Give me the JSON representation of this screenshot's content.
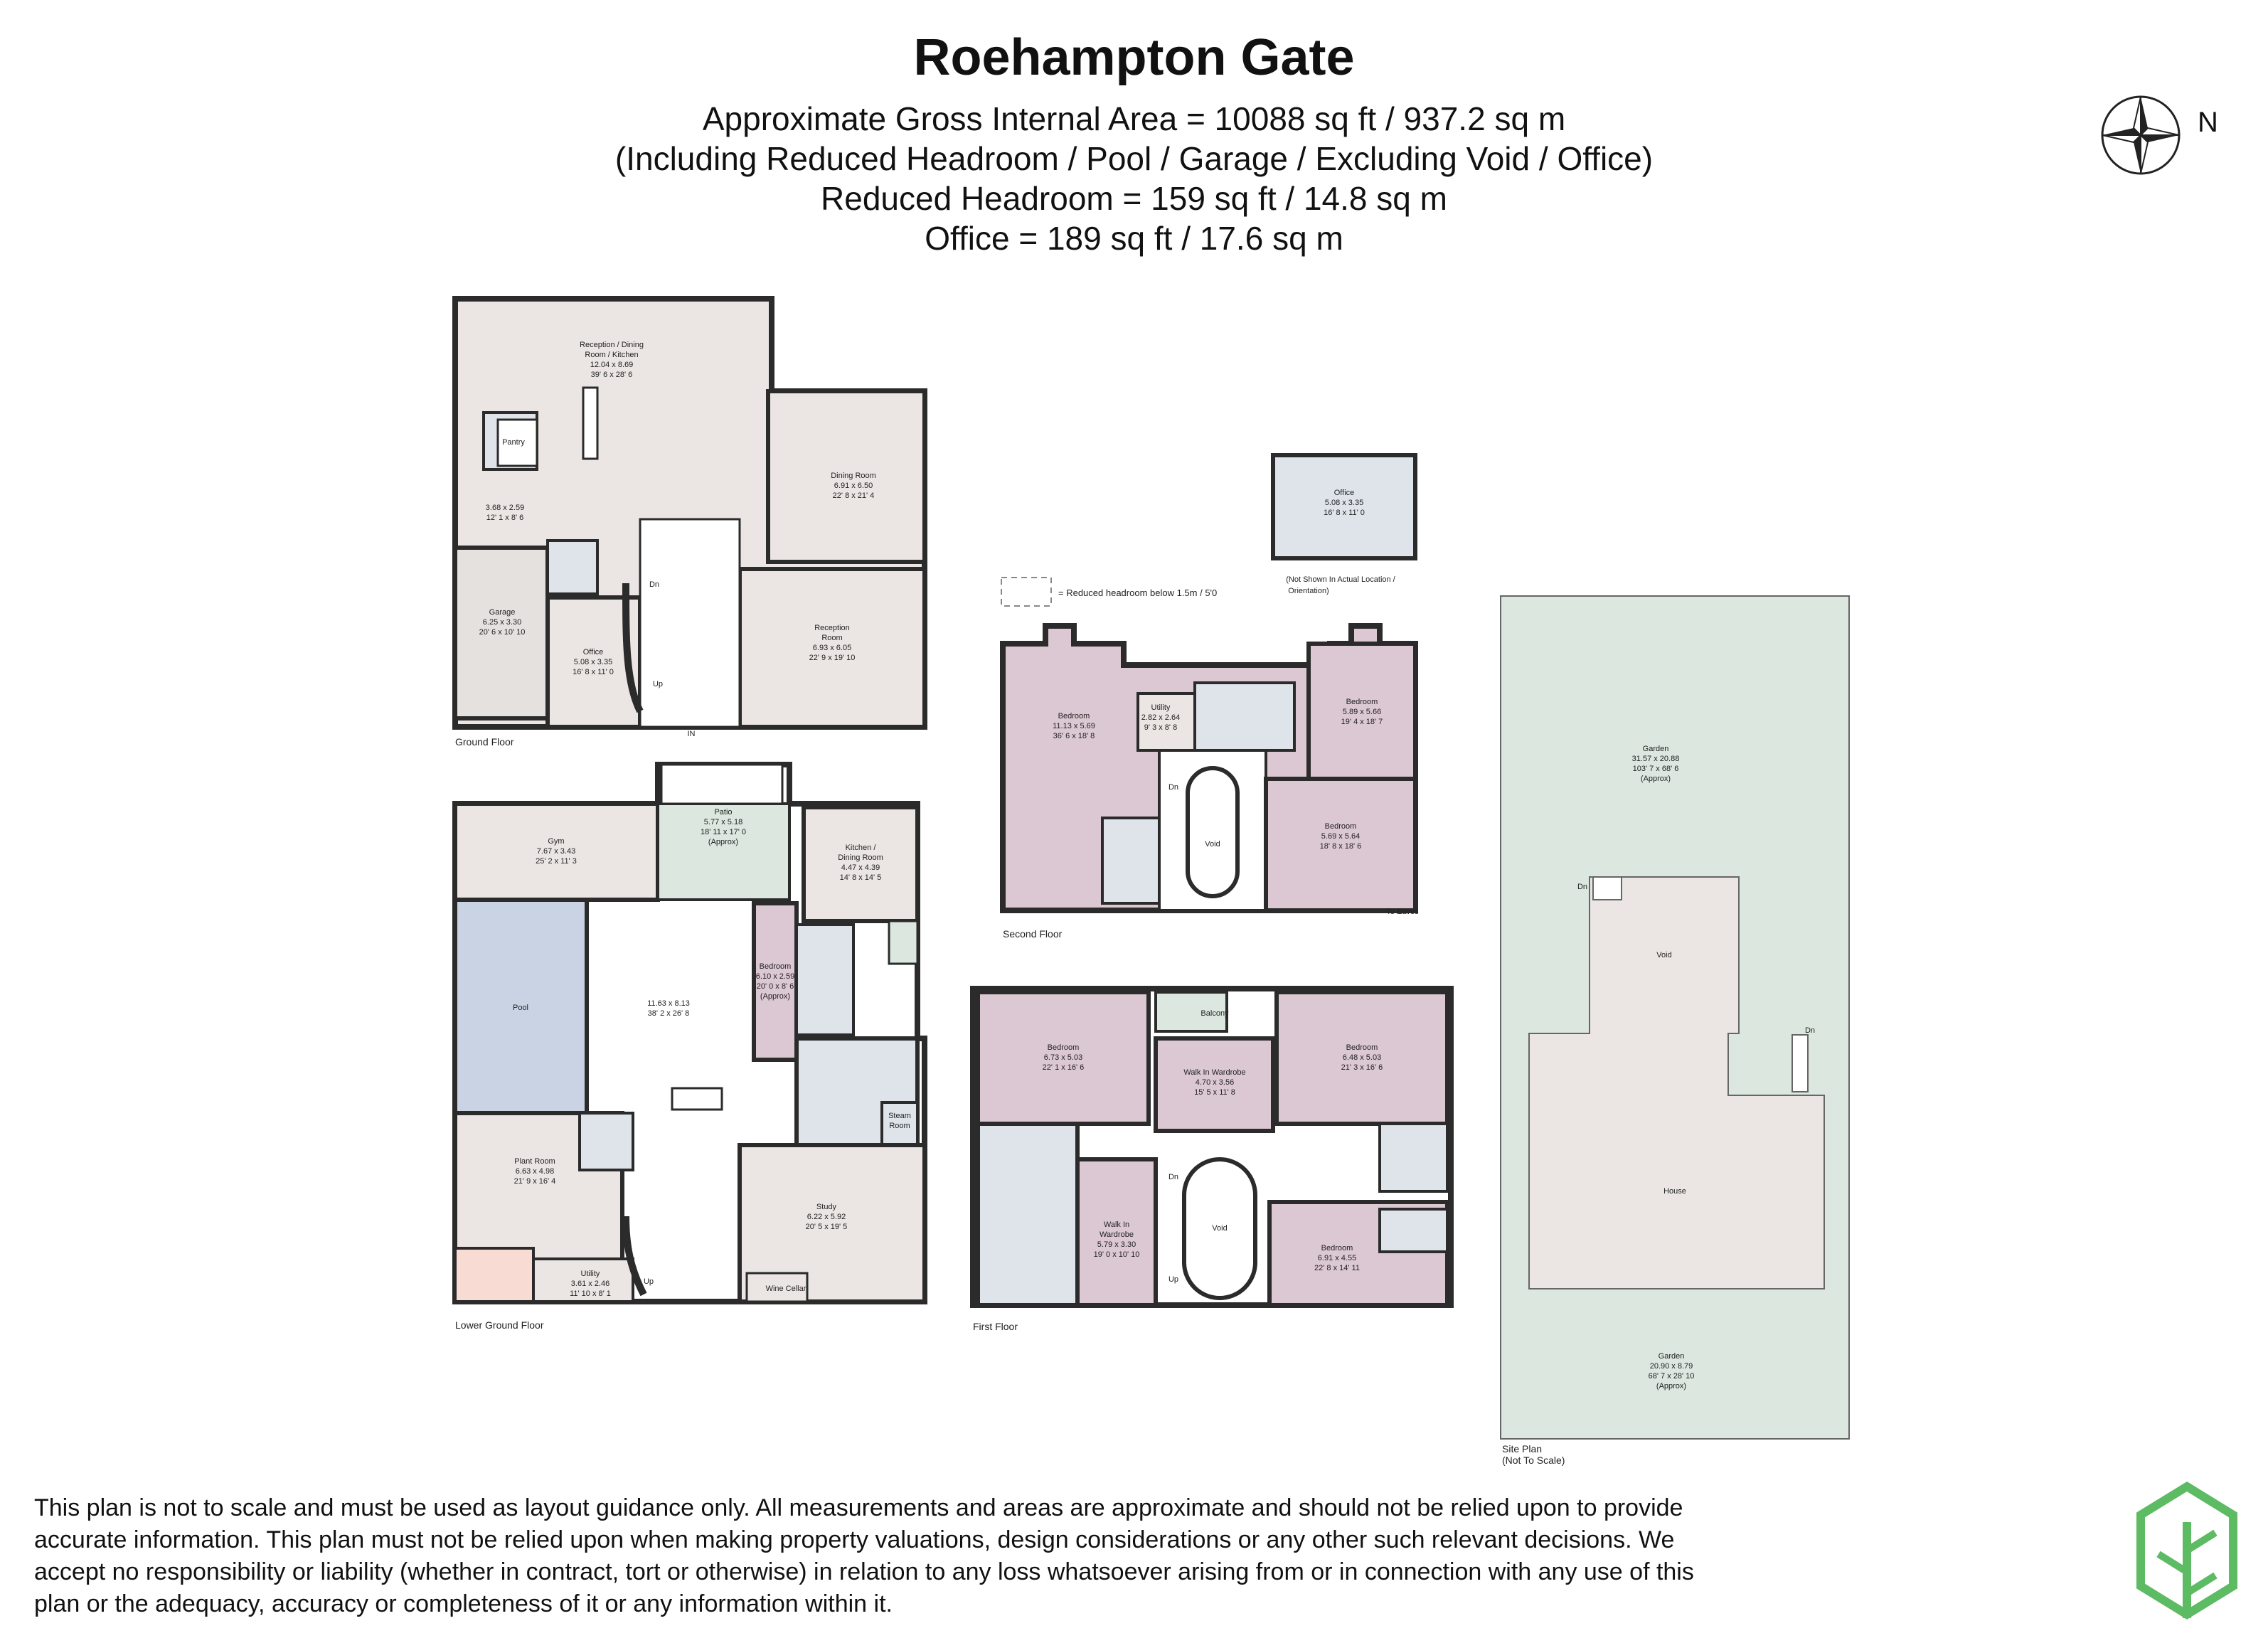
{
  "title": "Roehampton Gate",
  "area_lines": [
    "Approximate Gross Internal Area = 10088 sq ft / 937.2 sq m",
    "(Including Reduced Headroom / Pool / Garage / Excluding Void / Office)",
    "Reduced Headroom = 159 sq ft / 14.8 sq m",
    "Office = 189 sq ft / 17.6 sq m"
  ],
  "compass_label": "N",
  "legend_text": "= Reduced headroom below 1.5m / 5'0",
  "floors": {
    "ground": "Ground Floor",
    "lower_ground": "Lower Ground Floor",
    "second": "Second Floor",
    "first": "First Floor"
  },
  "ground_rooms": {
    "reception_dining": [
      "Reception / Dining",
      "Room / Kitchen",
      "12.04 x 8.69",
      "39' 6 x 28' 6"
    ],
    "pantry": [
      "Pantry"
    ],
    "small": [
      "3.68 x 2.59",
      "12' 1 x 8' 6"
    ],
    "dining": [
      "Dining Room",
      "6.91 x 6.50",
      "22' 8 x 21' 4"
    ],
    "garage": [
      "Garage",
      "6.25 x 3.30",
      "20' 6 x 10' 10"
    ],
    "office": [
      "Office",
      "5.08 x 3.35",
      "16' 8 x 11' 0"
    ],
    "reception": [
      "Reception",
      "Room",
      "6.93 x 6.05",
      "22' 9 x 19' 10"
    ],
    "dn": "Dn",
    "up": "Up",
    "in": "IN"
  },
  "outbuilding": {
    "office": [
      "Office",
      "5.08 x 3.35",
      "16' 8 x 11' 0"
    ],
    "note": [
      "(Not Shown In Actual Location /",
      "Orientation)"
    ]
  },
  "lower_rooms": {
    "gym": [
      "Gym",
      "7.67 x 3.43",
      "25' 2 x 11' 3"
    ],
    "patio": [
      "Patio",
      "5.77 x 5.18",
      "18' 11 x 17' 0",
      "(Approx)"
    ],
    "kitchen": [
      "Kitchen /",
      "Dining Room",
      "4.47 x 4.39",
      "14' 8 x 14' 5"
    ],
    "pool": [
      "Pool"
    ],
    "main": [
      "11.63 x 8.13",
      "38' 2 x 26' 8"
    ],
    "bedroom": [
      "Bedroom",
      "6.10 x 2.59",
      "20' 0 x 8' 6",
      "(Approx)"
    ],
    "steam": [
      "Steam",
      "Room"
    ],
    "plant": [
      "Plant Room",
      "6.63 x 4.98",
      "21' 9 x 16' 4"
    ],
    "study": [
      "Study",
      "6.22 x 5.92",
      "20' 5 x 19' 5"
    ],
    "utility": [
      "Utility",
      "3.61 x 2.46",
      "11' 10 x 8' 1"
    ],
    "wine": [
      "Wine Cellar"
    ],
    "up": "Up"
  },
  "second_rooms": {
    "bedroom_left": [
      "Bedroom",
      "11.13 x 5.69",
      "36' 6 x 18' 8"
    ],
    "utility": [
      "Utility",
      "2.82 x 2.64",
      "9' 3 x 8' 8"
    ],
    "bedroom_tr": [
      "Bedroom",
      "5.89 x 5.66",
      "19' 4 x 18' 7"
    ],
    "bedroom_br": [
      "Bedroom",
      "5.69 x 5.64",
      "18' 8 x 18' 6"
    ],
    "void": "Void",
    "dn": "Dn",
    "eaves": "To Eaves"
  },
  "first_rooms": {
    "bedroom_tl": [
      "Bedroom",
      "6.73 x 5.03",
      "22' 1 x 16' 6"
    ],
    "balcony": [
      "Balcony"
    ],
    "walkin_top": [
      "Walk In Wardrobe",
      "4.70 x 3.56",
      "15' 5 x 11' 8"
    ],
    "bedroom_tr": [
      "Bedroom",
      "6.48 x 5.03",
      "21' 3 x 16' 6"
    ],
    "walkin_left": [
      "Walk In",
      "Wardrobe",
      "5.79 x 3.30",
      "19' 0 x 10' 10"
    ],
    "void": "Void",
    "bedroom_br": [
      "Bedroom",
      "6.91 x 4.55",
      "22' 8 x 14' 11"
    ],
    "dn": "Dn",
    "up": "Up"
  },
  "site": {
    "garden_top": [
      "Garden",
      "31.57 x 20.88",
      "103' 7 x 68' 6",
      "(Approx)"
    ],
    "void": "Void",
    "house": "House",
    "garden_bottom": [
      "Garden",
      "20.90 x 8.79",
      "68' 7 x 28' 10",
      "(Approx)"
    ],
    "label": [
      "Site Plan",
      "(Not To Scale)"
    ],
    "dn": "Dn"
  },
  "disclaimer": "This plan is not to scale and must be used as layout guidance only. All measurements and areas are approximate and should not be relied upon to provide accurate information. This plan must not be relied upon when making property valuations, design considerations or any other such relevant decisions. We accept no responsibility or liability (whether in contract, tort or otherwise) in relation to any loss whatsoever arising from or in connection with any use of this plan or the adequacy, accuracy or completeness of it or any information within it.",
  "colors": {
    "wall": "#2b2b2b",
    "room": "#ebe6e4",
    "bedroom": "#dcc8d2",
    "bathroom": "#dfe3ea",
    "garden": "#dbe7df",
    "pool": "#c9d3e3",
    "orange": "#f8dcd4",
    "logo": "#5dbb63"
  }
}
